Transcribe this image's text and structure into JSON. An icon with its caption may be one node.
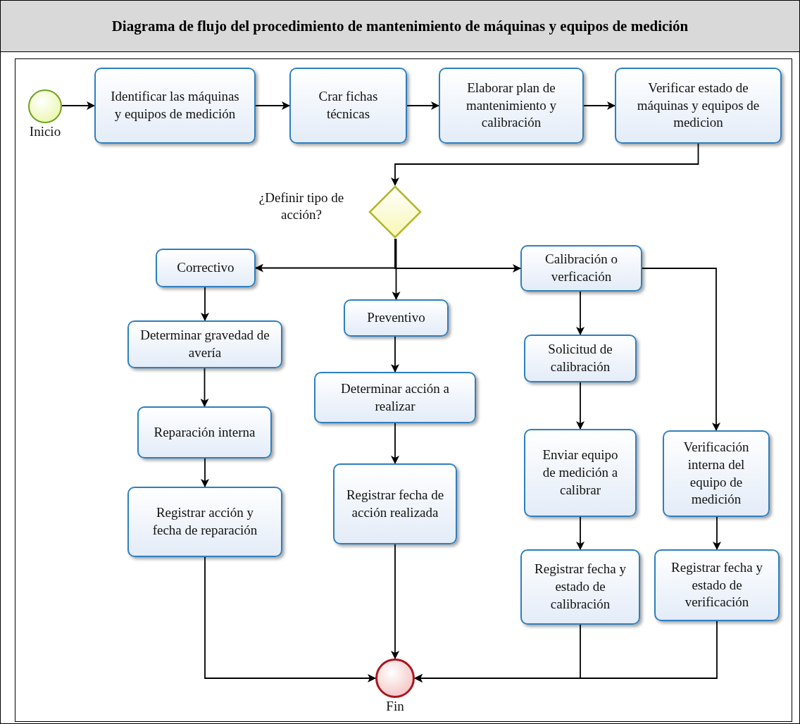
{
  "diagram": {
    "title": "Diagrama de flujo del procedimiento de mantenimiento de máquinas y equipos de medición",
    "nodes": [
      {
        "text": [
          "Inicio"
        ]
      },
      {
        "text": [
          "Identificar las máquinas y equipos de medición"
        ]
      },
      {
        "text": [
          "Crar fichas técnicas"
        ]
      },
      {
        "text": [
          "Elaborar plan de mantenimiento y calibración"
        ]
      },
      {
        "text": [
          "Verificar estado de máquinas y equipos de medicion"
        ]
      },
      {
        "text": [
          "¿Definir tipo de acción?"
        ]
      },
      {
        "text": [
          "Correctivo"
        ]
      },
      {
        "text": [
          "Preventivo"
        ]
      },
      {
        "text": [
          "Calibración o verficación"
        ]
      },
      {
        "text": [
          "Determinar gravedad de avería"
        ]
      },
      {
        "text": [
          "Reparación interna"
        ]
      },
      {
        "text": [
          "Registrar acción y fecha de reparación"
        ]
      },
      {
        "text": [
          "Determinar acción a realizar"
        ]
      },
      {
        "text": [
          "Registrar fecha de acción realizada"
        ]
      },
      {
        "text": [
          "Solicitud de calibración"
        ]
      },
      {
        "text": [
          "Enviar equipo de medición a calibrar"
        ]
      },
      {
        "text": [
          "Registrar fecha y estado de calibración"
        ]
      },
      {
        "text": [
          "Verificación interna del equipo de medición"
        ]
      },
      {
        "text": [
          "Registrar fecha y estado de verificación"
        ]
      },
      {
        "text": [
          "Fin"
        ]
      }
    ],
    "edges": [
      {
        "from": 0,
        "to": 1,
        "arrow": "to"
      },
      {
        "from": 1,
        "to": 2,
        "arrow": "to"
      },
      {
        "from": 2,
        "to": 3,
        "arrow": "to"
      },
      {
        "from": 3,
        "to": 4,
        "arrow": "to"
      },
      {
        "from": 4,
        "to": 5,
        "arrow": "to"
      },
      {
        "from": 5,
        "to": 6,
        "arrow": "to"
      },
      {
        "from": 5,
        "to": 7,
        "arrow": "to"
      },
      {
        "from": 5,
        "to": 8,
        "arrow": "to"
      },
      {
        "from": 6,
        "to": 9,
        "arrow": "to"
      },
      {
        "from": 9,
        "to": 10,
        "arrow": "to"
      },
      {
        "from": 10,
        "to": 11,
        "arrow": "to"
      },
      {
        "from": 11,
        "to": 19,
        "arrow": "to"
      },
      {
        "from": 7,
        "to": 12,
        "arrow": "to"
      },
      {
        "from": 12,
        "to": 13,
        "arrow": "to"
      },
      {
        "from": 13,
        "to": 19,
        "arrow": "to"
      },
      {
        "from": 8,
        "to": 14,
        "arrow": "to"
      },
      {
        "from": 14,
        "to": 15,
        "arrow": "to"
      },
      {
        "from": 15,
        "to": 16,
        "arrow": "to"
      },
      {
        "from": 16,
        "to": 19,
        "arrow": "to"
      },
      {
        "from": 8,
        "to": 17,
        "arrow": "to"
      },
      {
        "from": 17,
        "to": 18,
        "arrow": "to"
      },
      {
        "from": 18,
        "to": 19,
        "arrow": "to"
      }
    ]
  }
}
